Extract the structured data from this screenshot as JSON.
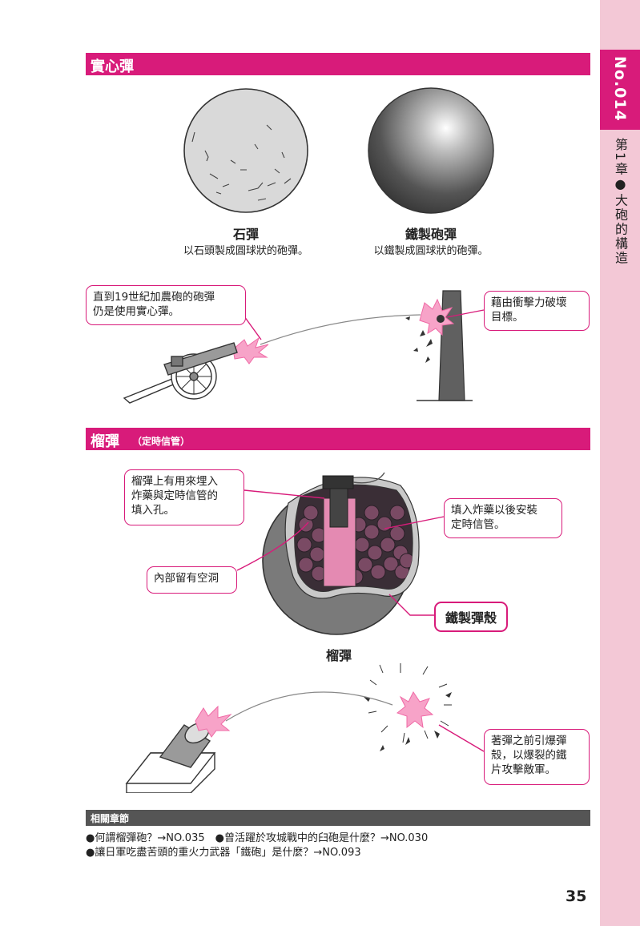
{
  "side_tab": {
    "number": "No.014",
    "chapter": "第1章●大砲的構造"
  },
  "section1": {
    "title": "實心彈",
    "stone": {
      "title": "石彈",
      "desc": "以石頭製成圓球狀的砲彈。"
    },
    "iron": {
      "title": "鐵製砲彈",
      "desc": "以鐵製成圓球狀的砲彈。"
    },
    "callout_left": "直到19世紀加農砲的砲彈\n仍是使用實心彈。",
    "callout_right": "藉由衝擊力破壞\n目標。"
  },
  "section2": {
    "title": "榴彈",
    "subtitle": "（定時信管）",
    "callout_hole": "榴彈上有用來埋入\n炸藥與定時信管的\n填入孔。",
    "callout_fuse": "填入炸藥以後安裝\n定時信管。",
    "callout_cavity": "內部留有空洞",
    "callout_shell": "鐵製彈殼",
    "caption": "榴彈",
    "callout_burst": "著彈之前引爆彈\n殼，以爆裂的鐵\n片攻擊敵軍。"
  },
  "related": {
    "heading": "相關章節",
    "line1": "●何謂榴彈砲？→NO.035　●曾活躍於攻城戰中的臼砲是什麼？→NO.030",
    "line2": "●讓日軍吃盡苦頭的重火力武器「鐵砲」是什麼？→NO.093"
  },
  "page_number": "35",
  "colors": {
    "accent": "#d81b7a",
    "tab_bg": "#f3c8d6",
    "related_bar": "#555555"
  }
}
